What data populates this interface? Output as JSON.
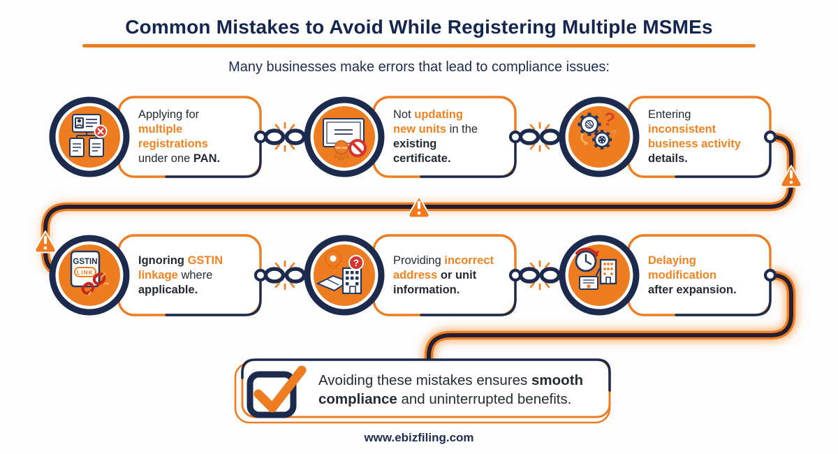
{
  "page": {
    "title": "Common Mistakes to Avoid While Registering Multiple MSMEs",
    "subtitle": "Many businesses make errors that lead to compliance issues:",
    "footer": "www.ebizfiling.com"
  },
  "colors": {
    "navy": "#1b2a4d",
    "title_navy": "#14264e",
    "orange": "#ee7d22",
    "orange_text": "#f0821f",
    "red": "#d6332c",
    "rope_core": "#241e30",
    "warning_orange": "#f07a1d"
  },
  "cards": [
    {
      "icon": "multiple-registrations-icon",
      "runs": [
        {
          "text": "Applying for\n",
          "style": "navy"
        },
        {
          "text": "multiple\nregistrations",
          "style": "orange-bold"
        },
        {
          "text": "\nunder one ",
          "style": "navy"
        },
        {
          "text": "PAN.",
          "style": "navy-bold"
        }
      ]
    },
    {
      "icon": "certificate-not-updated-icon",
      "runs": [
        {
          "text": "Not ",
          "style": "navy"
        },
        {
          "text": "updating\nnew units",
          "style": "orange-bold"
        },
        {
          "text": " in the\n",
          "style": "navy"
        },
        {
          "text": "existing\ncertificate.",
          "style": "navy-bold"
        }
      ]
    },
    {
      "icon": "inconsistent-business-activity-icon",
      "runs": [
        {
          "text": "Entering\n",
          "style": "navy"
        },
        {
          "text": "inconsistent\nbusiness activity",
          "style": "orange-bold"
        },
        {
          "text": "\ndetails.",
          "style": "navy-bold"
        }
      ]
    },
    {
      "icon": "gstin-linkage-icon",
      "runs": [
        {
          "text": "Ignoring ",
          "style": "navy-bold"
        },
        {
          "text": "GSTIN\nlinkage",
          "style": "orange-bold"
        },
        {
          "text": " where\n",
          "style": "navy"
        },
        {
          "text": "applicable.",
          "style": "navy-bold"
        }
      ]
    },
    {
      "icon": "incorrect-address-icon",
      "runs": [
        {
          "text": "Providing ",
          "style": "navy"
        },
        {
          "text": "incorrect\naddress",
          "style": "orange-bold"
        },
        {
          "text": " or unit\n",
          "style": "navy-bold"
        },
        {
          "text": "information.",
          "style": "navy-bold"
        }
      ]
    },
    {
      "icon": "delayed-modification-icon",
      "runs": [
        {
          "text": "Delaying\nmodification",
          "style": "orange-bold"
        },
        {
          "text": "\nafter expansion.",
          "style": "navy-bold"
        }
      ]
    }
  ],
  "icon_labels": {
    "gstin": "GSTIN",
    "link": "LINK",
    "new_unit": "NEW UNIT"
  },
  "icon_glyphs": {
    "question": "?"
  },
  "conclusion": {
    "runs": [
      {
        "text": "Avoiding these mistakes ensures ",
        "style": "dark"
      },
      {
        "text": "smooth\ncompliance",
        "style": "dark-bold"
      },
      {
        "text": " and uninterrupted benefits.",
        "style": "dark"
      }
    ]
  }
}
